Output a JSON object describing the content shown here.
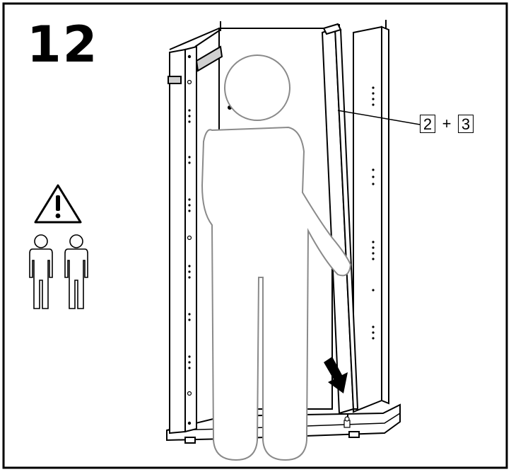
{
  "step_number": "12",
  "part_label": {
    "first": "2",
    "joiner": "+",
    "second": "3"
  },
  "icons": {
    "warning": "warning-triangle-icon",
    "two_people": "two-person-icon"
  },
  "colors": {
    "line": "#000000",
    "person_outline": "#8a8a8a",
    "panel_shade": "#d0d0d0",
    "background": "#ffffff"
  }
}
